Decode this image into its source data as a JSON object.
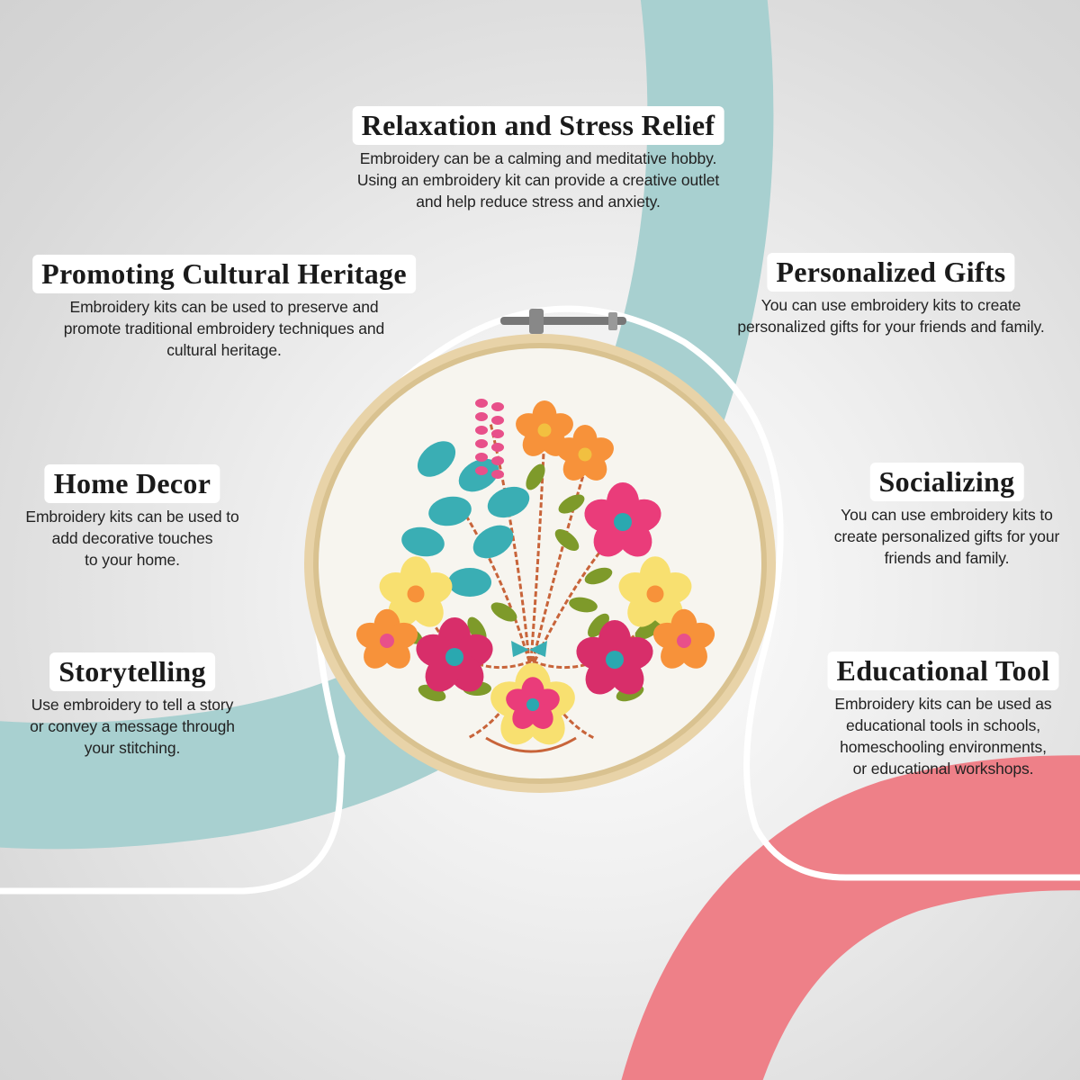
{
  "sections": [
    {
      "id": "relaxation",
      "title": "Relaxation and Stress Relief",
      "lines": [
        "Embroidery can be a calming and meditative hobby.",
        "Using an embroidery kit can provide a creative outlet",
        "and help reduce stress and anxiety."
      ]
    },
    {
      "id": "cultural",
      "title": "Promoting Cultural Heritage",
      "lines": [
        "Embroidery kits can be used to preserve and",
        "promote traditional embroidery techniques and",
        "cultural heritage."
      ]
    },
    {
      "id": "gifts",
      "title": "Personalized Gifts",
      "lines": [
        "You can use embroidery kits to create",
        "personalized gifts for your friends and family."
      ]
    },
    {
      "id": "decor",
      "title": "Home Decor",
      "lines": [
        "Embroidery kits can be used to",
        "add decorative touches",
        "to your home."
      ]
    },
    {
      "id": "socializing",
      "title": "Socializing",
      "lines": [
        "You can use embroidery kits to",
        "create personalized gifts for your",
        "friends and family."
      ]
    },
    {
      "id": "storytelling",
      "title": "Storytelling",
      "lines": [
        "Use embroidery to tell a story",
        "or convey a message through",
        "your stitching."
      ]
    },
    {
      "id": "educational",
      "title": "Educational Tool",
      "lines": [
        "Embroidery kits can be used as",
        "educational tools in schools,",
        "homeschooling environments,",
        "or educational workshops."
      ]
    }
  ],
  "colors": {
    "teal": "#a8d0d0",
    "pink": "#ee8088",
    "wood": "#e8d3a8",
    "fabric": "#f7f5ef"
  }
}
